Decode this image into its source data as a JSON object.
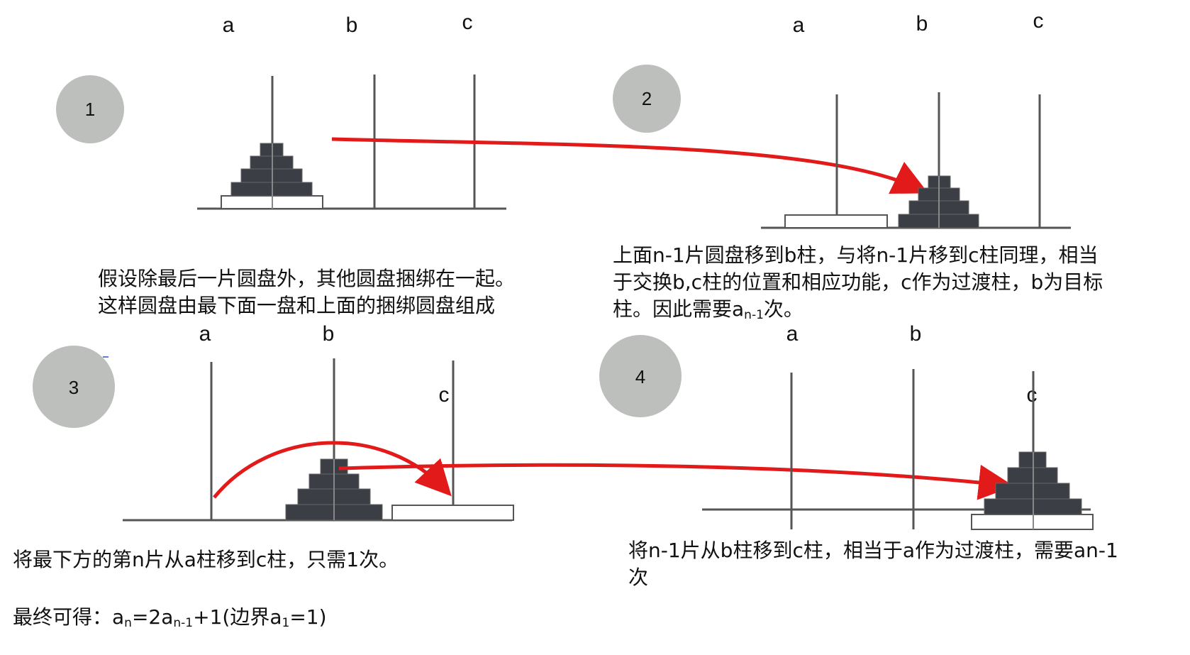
{
  "panels": [
    {
      "id": "1",
      "badge": "1",
      "pole_labels": [
        "a",
        "b",
        "c"
      ]
    },
    {
      "id": "2",
      "badge": "2",
      "pole_labels": [
        "a",
        "b",
        "c"
      ]
    },
    {
      "id": "3",
      "badge": "3",
      "pole_labels": [
        "a",
        "b",
        "c"
      ]
    },
    {
      "id": "4",
      "badge": "4",
      "pole_labels": [
        "a",
        "b",
        "c"
      ]
    }
  ],
  "captions": {
    "step1_line1": "假设除最后一片圆盘外，其他圆盘捆绑在一起。",
    "step1_line2": "这样圆盘由最下面一盘和上面的捆绑圆盘组成",
    "step2_line1": "上面n-1片圆盘移到b柱，与将n-1片移到c柱同理，相当",
    "step2_line2": "于交换b,c柱的位置和相应功能，c作为过渡柱，b为目标",
    "step2_line3_a": "柱。因此需要a",
    "step2_line3_sub": "n-1",
    "step2_line3_b": "次。",
    "step3": "将最下方的第n片从a柱移到c柱，只需1次。",
    "step4_line1": "将n-1片从b柱移到c柱，相当于a作为过渡柱，需要an-1",
    "step4_line2": "次"
  },
  "formula": {
    "prefix": "最终可得：a",
    "sub_n": "n",
    "mid1": "=2a",
    "sub_n1": "n-1",
    "mid2": "+1(边界a",
    "sub_1": "1",
    "suffix": "=1)"
  },
  "colors": {
    "badge": "#bcbfbc",
    "disk": "#3b3f45",
    "arrow": "#e31a1a",
    "pole": "#555555"
  }
}
